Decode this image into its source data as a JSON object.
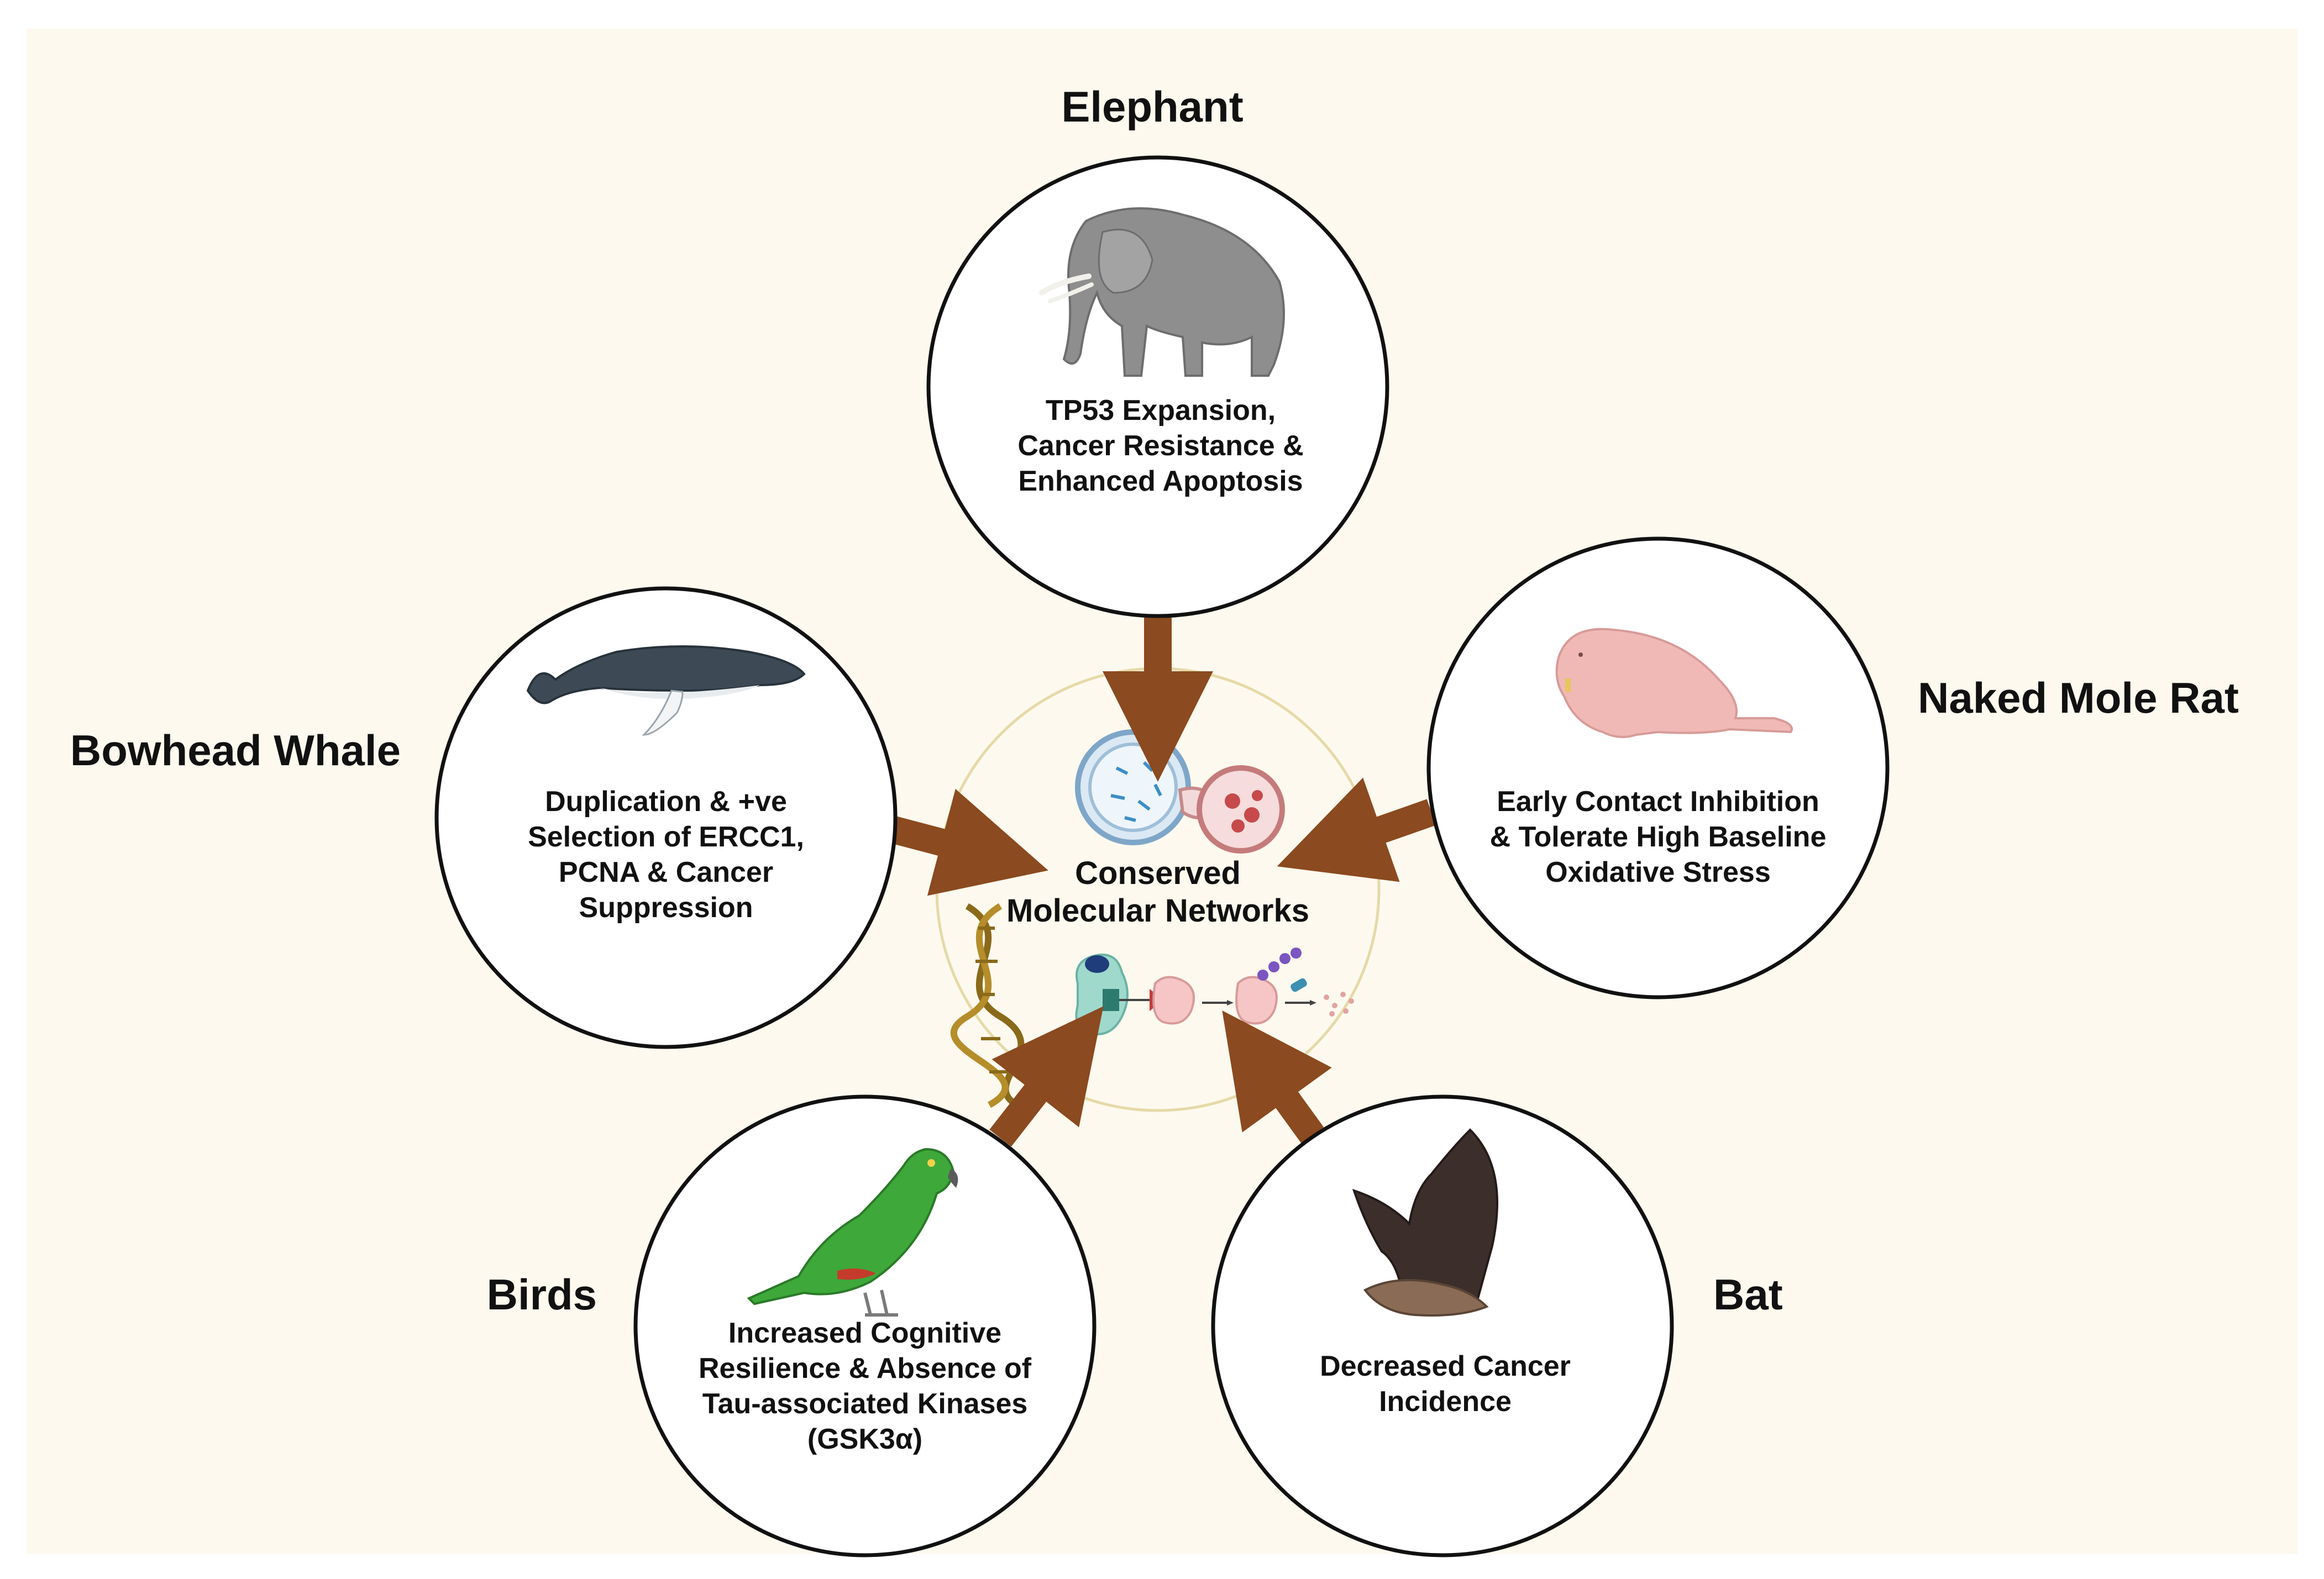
{
  "colors": {
    "background": "#fdf9ee",
    "circle_stroke": "#111111",
    "center_stroke": "#e6d9a8",
    "arrow": "#8b4a1f"
  },
  "center": {
    "title_lines": [
      "Conserved",
      "Molecular Networks"
    ],
    "icons": [
      "cell-vesicle-icon",
      "dna-helix-icon",
      "ubiquitin-proteasome-pathway-icon"
    ]
  },
  "nodes": [
    {
      "id": "elephant",
      "label": "Elephant",
      "icon": "elephant-icon",
      "lines": [
        "TP53 Expansion,",
        "Cancer Resistance &",
        "Enhanced Apoptosis"
      ]
    },
    {
      "id": "naked-mole-rat",
      "label": "Naked Mole Rat",
      "icon": "naked-mole-rat-icon",
      "lines": [
        "Early Contact Inhibition",
        "& Tolerate High Baseline",
        "Oxidative Stress"
      ]
    },
    {
      "id": "bat",
      "label": "Bat",
      "icon": "bat-icon",
      "lines": [
        "Decreased Cancer",
        "Incidence"
      ]
    },
    {
      "id": "birds",
      "label": "Birds",
      "icon": "parrot-icon",
      "lines": [
        "Increased Cognitive",
        "Resilience  & Absence of",
        "Tau-associated Kinases",
        "(GSK3α)"
      ]
    },
    {
      "id": "bowhead-whale",
      "label": "Bowhead Whale",
      "icon": "whale-icon",
      "lines": [
        "Duplication & +ve",
        "Selection of ERCC1,",
        "PCNA & Cancer",
        "Suppression"
      ]
    }
  ]
}
